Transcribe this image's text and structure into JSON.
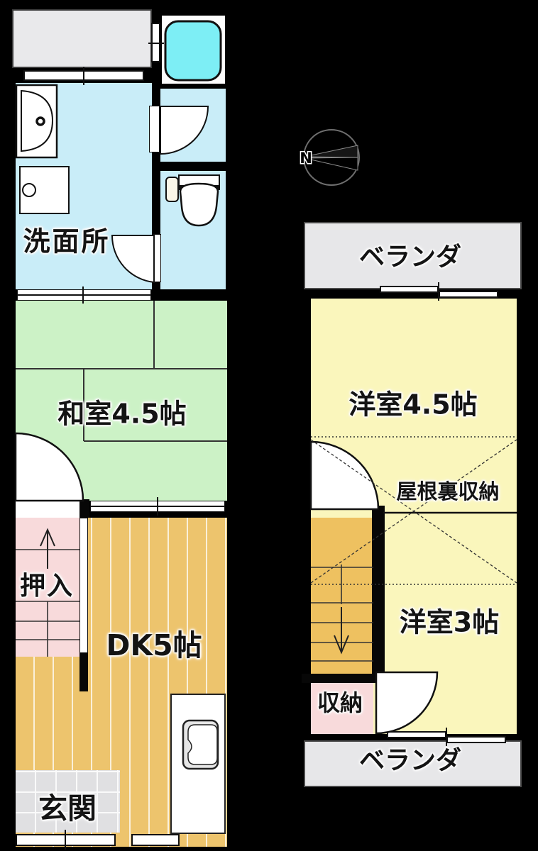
{
  "floor1": {
    "washroom_label": "洗面所",
    "tatami_label": "和室4.5帖",
    "closet_label": "押入",
    "dk_label": "DK5帖",
    "entrance_label": "玄関"
  },
  "floor2": {
    "veranda_top_label": "ベランダ",
    "western_room_45_label": "洋室4.5帖",
    "attic_storage_label": "屋根裏収納",
    "western_room_3_label": "洋室3帖",
    "storage_label": "収納",
    "veranda_bottom_label": "ベランダ"
  },
  "compass": {
    "north_label": "N"
  },
  "colors": {
    "background": "#000000",
    "wet_area_blue": "#c9edf8",
    "bathtub_cyan": "#7deef5",
    "tatami_green": "#ccf2c6",
    "closet_pink": "#f8dadb",
    "wood_floor": "#edc46d",
    "western_room_yellow": "#faf6bc",
    "veranda_gray": "#e7e7e9"
  }
}
